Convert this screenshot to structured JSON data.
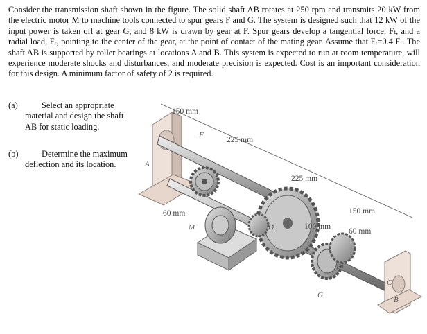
{
  "problem": {
    "intro": "Consider the transmission shaft shown in the figure. The solid shaft AB rotates at 250 rpm and transmits 20 kW from the electric motor M to machine tools connected to spur gears F and G. The system is designed such that 12 kW of the input power is taken off at gear G, and 8 kW is drawn by gear at F. Spur gears develop a tangential force, Fₜ, and a radial load, Fᵣ, pointing to the center of the gear, at the point of contact of the mating gear. Assume that Fᵣ=0.4 Fₜ. The shaft AB is supported by roller bearings at locations A and B. This system is expected to run at room temperature, will experience moderate shocks and disturbances, and moderate precision is expected. Cost is an important consideration for this design. A minimum factor of safety of 2 is required.",
    "part_a": {
      "label": "(a)",
      "text": "Select an appropriate material and design the shaft AB for static loading."
    },
    "part_b": {
      "label": "(b)",
      "text": "Determine the maximum deflection and its location."
    }
  },
  "figure": {
    "dimensions": {
      "d1": "150 mm",
      "d2": "225 mm",
      "d3": "225 mm",
      "d4": "150 mm",
      "d5": "60 mm",
      "d6": "100 mm",
      "d7": "60 mm"
    },
    "point_labels": {
      "A": "A",
      "B": "B",
      "F": "F",
      "M": "M",
      "D": "D",
      "E": "E",
      "G": "G",
      "C": "C"
    },
    "colors": {
      "metal": "#9a9a9a",
      "shadow": "#6b6b6b",
      "light": "#d6d6d6",
      "support": "#e8d6cc"
    }
  }
}
